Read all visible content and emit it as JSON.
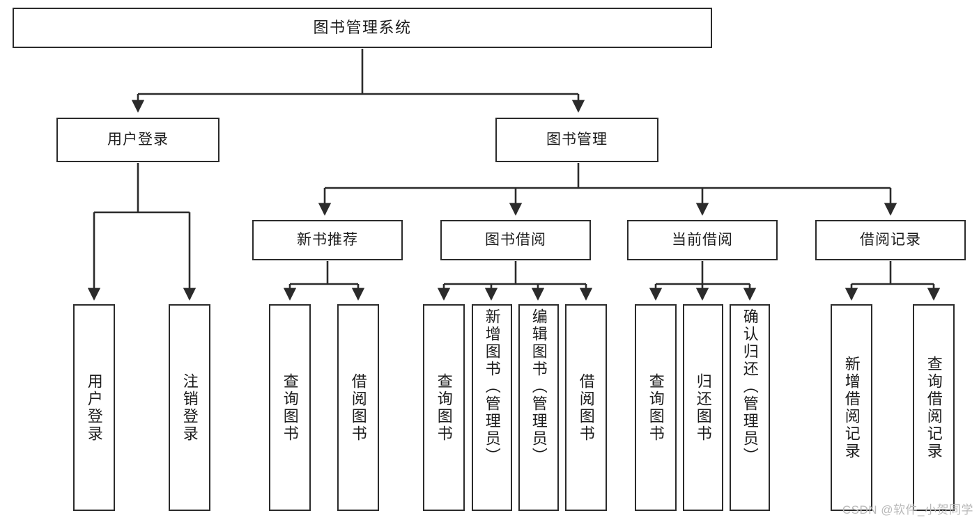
{
  "diagram": {
    "title": "图书管理系统",
    "type": "tree",
    "watermark": "CSDN @软件_小贺同学",
    "colors": {
      "stroke": "#2b2b2b",
      "fill": "#ffffff",
      "text": "#1c1c1c",
      "watermark": "#b9b9b9"
    },
    "root": {
      "label": "图书管理系统"
    },
    "level2": [
      {
        "label": "用户登录"
      },
      {
        "label": "图书管理"
      }
    ],
    "level3": [
      {
        "label": "新书推荐"
      },
      {
        "label": "图书借阅"
      },
      {
        "label": "当前借阅"
      },
      {
        "label": "借阅记录"
      }
    ],
    "leaves": {
      "user_login": [
        {
          "label": "用户登录"
        },
        {
          "label": "注销登录"
        }
      ],
      "new_book": [
        {
          "label": "查询图书"
        },
        {
          "label": "借阅图书"
        }
      ],
      "borrow": [
        {
          "label": "查询图书"
        },
        {
          "label": "新增图书（管理员）"
        },
        {
          "label": "编辑图书（管理员）"
        },
        {
          "label": "借阅图书"
        }
      ],
      "current": [
        {
          "label": "查询图书"
        },
        {
          "label": "归还图书"
        },
        {
          "label": "确认归还（管理员）"
        }
      ],
      "records": [
        {
          "label": "新增借阅记录"
        },
        {
          "label": "查询借阅记录"
        }
      ]
    }
  }
}
